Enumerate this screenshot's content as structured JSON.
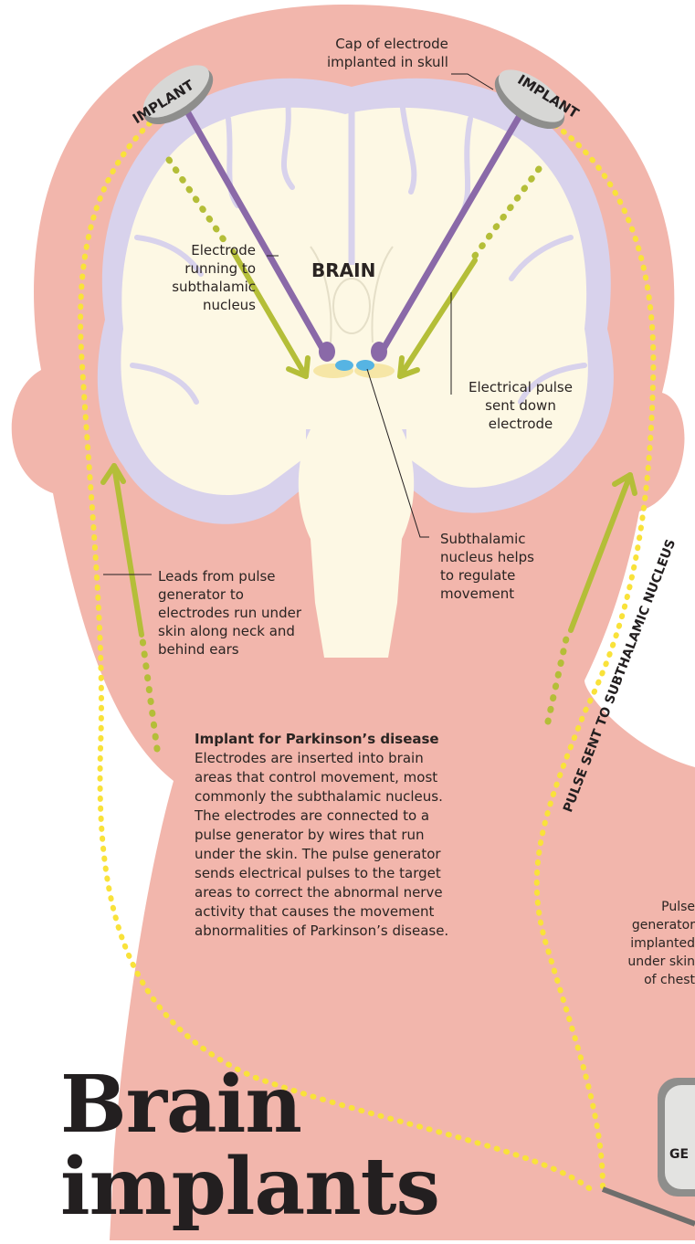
{
  "title": {
    "line1": "Brain",
    "line2": "implants"
  },
  "labels": {
    "implant_left": "IMPLANT",
    "implant_right": "IMPLANT",
    "cap": [
      "Cap of electrode",
      "implanted in skull"
    ],
    "brain": "BRAIN",
    "electrode": [
      "Electrode",
      "running to",
      "subthalamic",
      "nucleus"
    ],
    "pulse_down": [
      "Electrical pulse",
      "sent down",
      "electrode"
    ],
    "subthalamic": [
      "Subthalamic",
      "nucleus helps",
      "to regulate",
      "movement"
    ],
    "leads": [
      "Leads from pulse",
      "generator to",
      "electrodes run under",
      "skin along neck and",
      "behind ears"
    ],
    "pulse_sent": "PULSE SENT TO SUBTHALAMIC NUCLEUS",
    "generator": [
      "Pulse",
      "generator",
      "implanted",
      "under skin",
      "of chest"
    ],
    "gen_fragment": "GE"
  },
  "description": {
    "heading": "Implant for Parkinson’s disease",
    "lines": [
      "Electrodes are inserted into brain",
      "areas that control movement, most",
      "commonly the subthalamic nucleus.",
      "The electrodes are connected to a",
      "pulse generator by wires that run",
      "under the skin. The pulse generator",
      "sends electrical pulses to the target",
      "areas to correct the abnormal nerve",
      "activity that causes the movement",
      "abnormalities of Parkinson’s disease."
    ]
  },
  "colors": {
    "skin": "#f2b6ac",
    "brain_outline": "#d8d2ec",
    "brain_fill": "#fdf8e4",
    "electrode": "#8a69a8",
    "arrow": "#b4be38",
    "dotted_wire": "#f9e23a",
    "nucleus": "#56b4e3",
    "implant_cap": "#d7d7d5",
    "text": "#231f20"
  }
}
